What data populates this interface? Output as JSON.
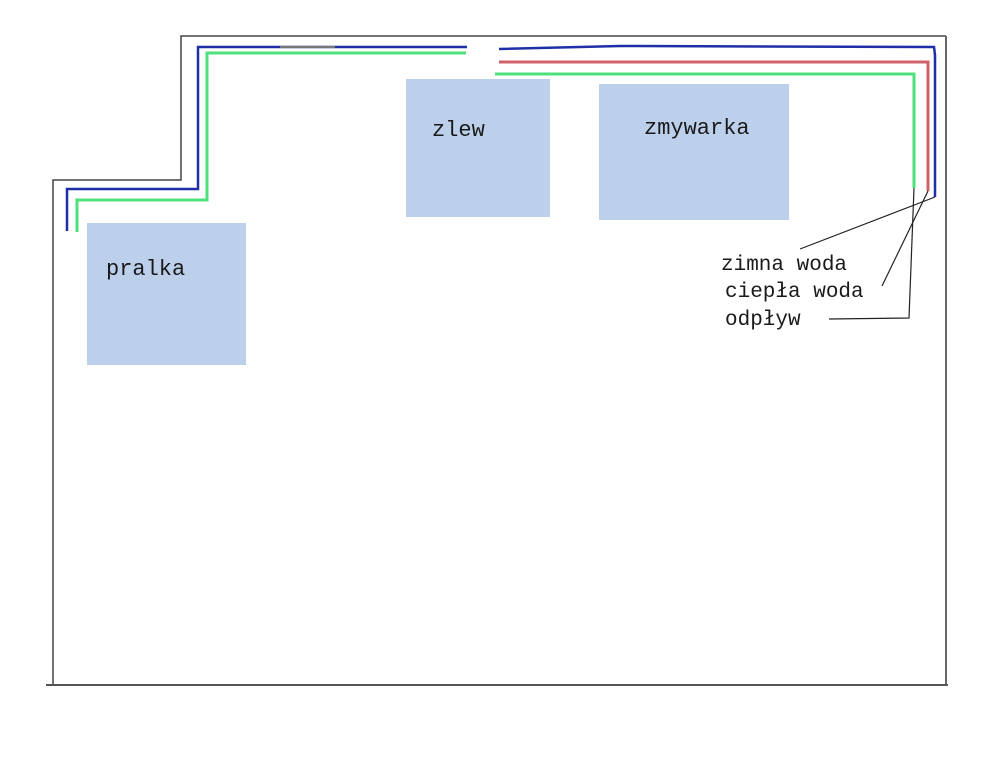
{
  "diagram": {
    "description": "Kitchen plumbing layout plan",
    "appliances": [
      {
        "id": "pralka",
        "label": "pralka"
      },
      {
        "id": "zlew",
        "label": "zlew"
      },
      {
        "id": "zmywarka",
        "label": "zmywarka"
      }
    ],
    "pipes": [
      {
        "id": "cold",
        "label": "zimna woda",
        "color": "#1f2fa8"
      },
      {
        "id": "hot",
        "label": "ciepła woda",
        "color": "#d0606a"
      },
      {
        "id": "drain",
        "label": "odpływ",
        "color": "#4ee07a"
      }
    ],
    "colors": {
      "wall": "#444444",
      "appliance_fill": "#bcd0ec",
      "leader": "#222222"
    }
  }
}
